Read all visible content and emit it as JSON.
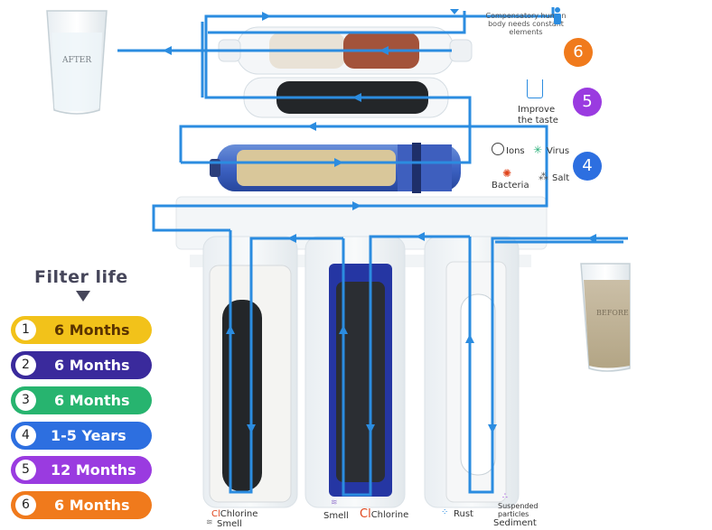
{
  "glasses": {
    "after": "AFTER",
    "before": "BEFORE"
  },
  "filter_life": {
    "title": "Filter life",
    "items": [
      {
        "num": "1",
        "label": "6 Months",
        "color": "#f2c21a",
        "text_color": "#5a3300"
      },
      {
        "num": "2",
        "label": "6 Months",
        "color": "#3a2a9c",
        "text_color": "#ffffff"
      },
      {
        "num": "3",
        "label": "6 Months",
        "color": "#27b46f",
        "text_color": "#ffffff"
      },
      {
        "num": "4",
        "label": "1-5 Years",
        "color": "#2d6fe0",
        "text_color": "#ffffff"
      },
      {
        "num": "5",
        "label": "12 Months",
        "color": "#9a3be0",
        "text_color": "#ffffff"
      },
      {
        "num": "6",
        "label": "6 Months",
        "color": "#f07a1c",
        "text_color": "#ffffff"
      }
    ]
  },
  "stages": {
    "s6": {
      "num": "6",
      "color": "#f07a1c",
      "desc": "Compensatory human body needs constant elements"
    },
    "s5": {
      "num": "5",
      "color": "#9a3be0",
      "desc_line1": "Improve",
      "desc_line2": "the taste"
    },
    "s4": {
      "num": "4",
      "color": "#2d6fe0",
      "labels": [
        "Ions",
        "Virus",
        "Bacteria",
        "Salt"
      ]
    }
  },
  "bottom_labels": {
    "f1": [
      "Chlorine",
      "Smell"
    ],
    "f2": [
      "Smell",
      "Chlorine"
    ],
    "f3": [
      "Rust",
      "Suspended particles",
      "Sediment"
    ]
  },
  "colors": {
    "flow": "#2b8ce0",
    "arrow": "#2b8ce0"
  }
}
